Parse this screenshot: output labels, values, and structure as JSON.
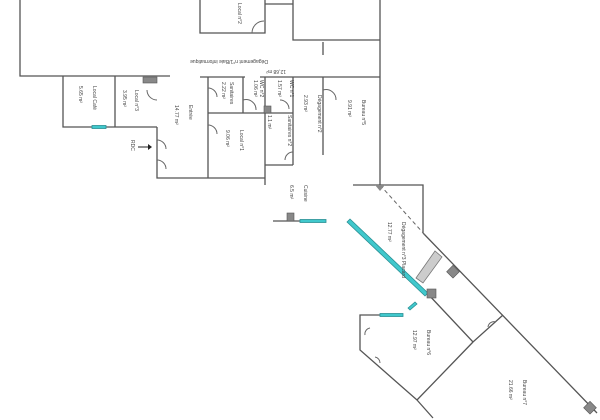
{
  "plan": {
    "rooms": [
      {
        "id": "local-2",
        "name": "Local n°2",
        "area": ""
      },
      {
        "id": "degagement-1",
        "name": "Dégagement n°1/Baie informatique",
        "area": "12,68 m²"
      },
      {
        "id": "local-cafe",
        "name": "Local Café",
        "area": "5.65 m²"
      },
      {
        "id": "local-3",
        "name": "Local n°3",
        "area": "3.95 m²"
      },
      {
        "id": "entree",
        "name": "Entrée",
        "area": "14.77 m²"
      },
      {
        "id": "sanitaires",
        "name": "Sanitaires",
        "area": "2.22 m²"
      },
      {
        "id": "wc-2",
        "name": "WC n°2",
        "area": "1.06 m²"
      },
      {
        "id": "wc-1",
        "name": "WC n°1",
        "area": "1.57 m²"
      },
      {
        "id": "local-1",
        "name": "Local n°1",
        "area": "9.06 m²"
      },
      {
        "id": "sanitaires-2",
        "name": "Sanitaires n°2",
        "area": "1.1 m²"
      },
      {
        "id": "degagement-2",
        "name": "Dégagement n°2",
        "area": "2.93 m²"
      },
      {
        "id": "bureau-5",
        "name": "Bureau n°5",
        "area": "9.91 m²"
      },
      {
        "id": "cuisine",
        "name": "Cuisine",
        "area": "6.5 m²"
      },
      {
        "id": "degagement-3",
        "name": "Dégagement n°3 Placard",
        "area": "12.77 m²"
      },
      {
        "id": "bureau-6",
        "name": "Bureau n°6",
        "area": "12.97 m²"
      },
      {
        "id": "bureau-7",
        "name": "Bureau n°7",
        "area": "21.66 m²"
      }
    ],
    "level_label": "RDC",
    "colors": {
      "wall": "#555555",
      "window": "#40c8cc",
      "pillar": "#888888"
    }
  }
}
